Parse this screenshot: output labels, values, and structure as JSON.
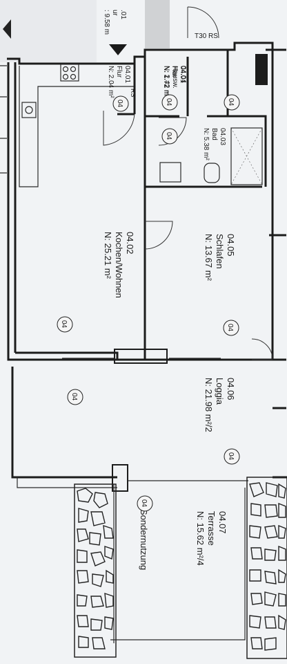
{
  "plan": {
    "door_tag": "T30 RS",
    "rs_tag": "RS",
    "badge_text": "04",
    "edge_fragments": [
      ".01",
      "ur",
      ": 9.58 m"
    ],
    "rooms": [
      {
        "id": "hausw",
        "number": "04.04",
        "name": "Hausw.",
        "area": "N: 2.42 m²"
      },
      {
        "id": "flur1",
        "number": "04.01",
        "name": "Flur",
        "area": "N: 1.72 m²"
      },
      {
        "id": "flur2",
        "number": "04.01",
        "name": "Flur",
        "area": "N: 2.04 m²"
      },
      {
        "id": "bad",
        "number": "04.03",
        "name": "Bad",
        "area": "N: 5.38 m²"
      },
      {
        "id": "schlafen",
        "number": "04.05",
        "name": "Schlafen",
        "area": "N: 13.67 m²"
      },
      {
        "id": "kochen",
        "number": "04.02",
        "name": "Kochen/Wohnen",
        "area": "N: 25.21 m²"
      },
      {
        "id": "loggia",
        "number": "04.06",
        "name": "Loggia",
        "area": "N: 21.98 m²/2"
      },
      {
        "id": "terrasse",
        "number": "04.07",
        "name": "Terrasse",
        "area": "N: 15.62 m²/4"
      }
    ],
    "sondernutzung": "Sondernutzung"
  }
}
